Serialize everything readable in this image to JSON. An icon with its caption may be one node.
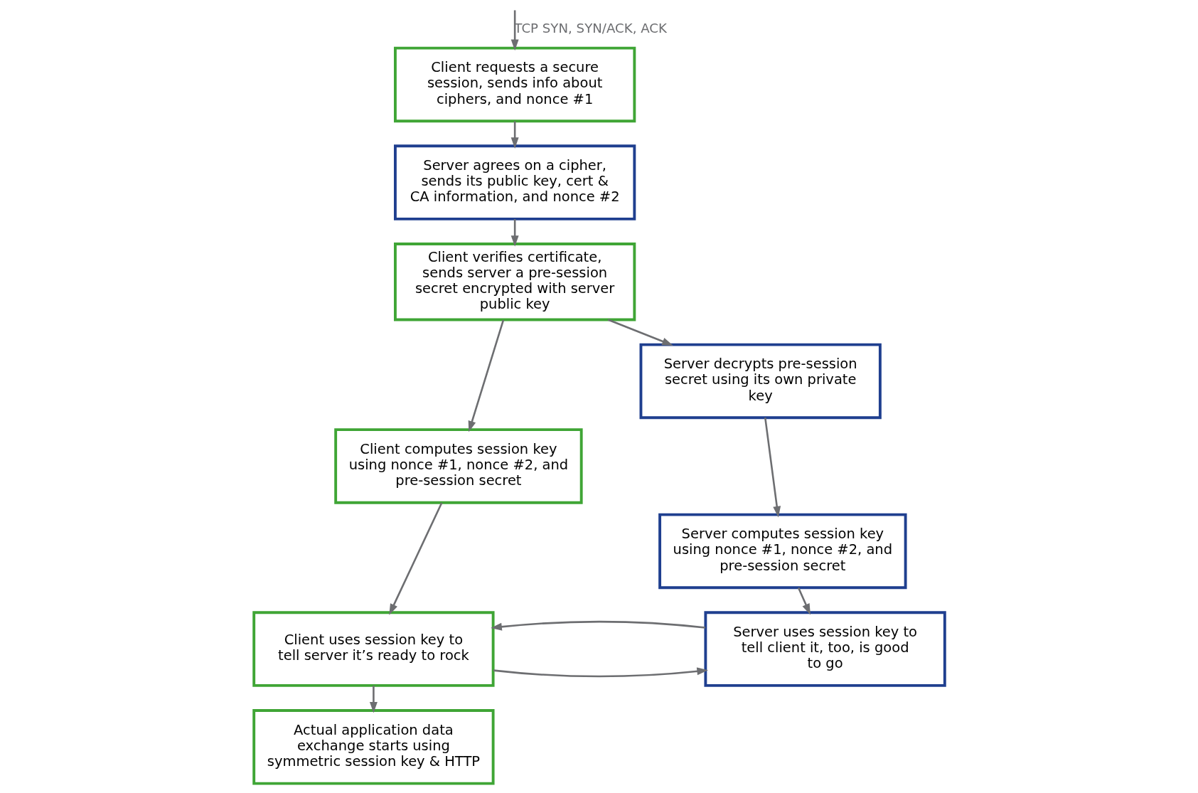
{
  "diagram": {
    "nodes": [
      {
        "text": [
          "Client requests a secure session, sends info about ciphers, and nonce #1"
        ]
      },
      {
        "text": [
          "Server agrees on a cipher, sends its public key, cert & CA information, and nonce #2"
        ]
      },
      {
        "text": [
          "Client verifies certificate, sends server a pre-session secret encrypted with server public key"
        ]
      },
      {
        "text": [
          "Server decrypts pre-session secret using its own private key"
        ]
      },
      {
        "text": [
          "Client computes session key using nonce #1, nonce #2, and pre-session secret"
        ]
      },
      {
        "text": [
          "Server computes session key using nonce #1, nonce #2, and pre-session secret"
        ]
      },
      {
        "text": [
          "Client uses session key to tell server it’s ready to rock"
        ]
      },
      {
        "text": [
          "Server uses session key to tell client it, too, is good to go"
        ]
      },
      {
        "text": [
          "Actual application data exchange starts using symmetric session key & HTTP"
        ]
      }
    ],
    "edges": [
      {
        "from": null,
        "to": 0,
        "arrow": "to",
        "label": "TCP SYN, SYN/ACK, ACK"
      },
      {
        "from": 0,
        "to": 1,
        "arrow": "to"
      },
      {
        "from": 1,
        "to": 2,
        "arrow": "to"
      },
      {
        "from": 2,
        "to": 3,
        "arrow": "to"
      },
      {
        "from": 2,
        "to": 4,
        "arrow": "to"
      },
      {
        "from": 3,
        "to": 5,
        "arrow": "to"
      },
      {
        "from": 4,
        "to": 6,
        "arrow": "to"
      },
      {
        "from": 5,
        "to": 7,
        "arrow": "to"
      },
      {
        "from": 6,
        "to": 7,
        "arrow": "to"
      },
      {
        "from": 7,
        "to": 6,
        "arrow": "to"
      },
      {
        "from": 6,
        "to": 8,
        "arrow": "to"
      }
    ]
  }
}
